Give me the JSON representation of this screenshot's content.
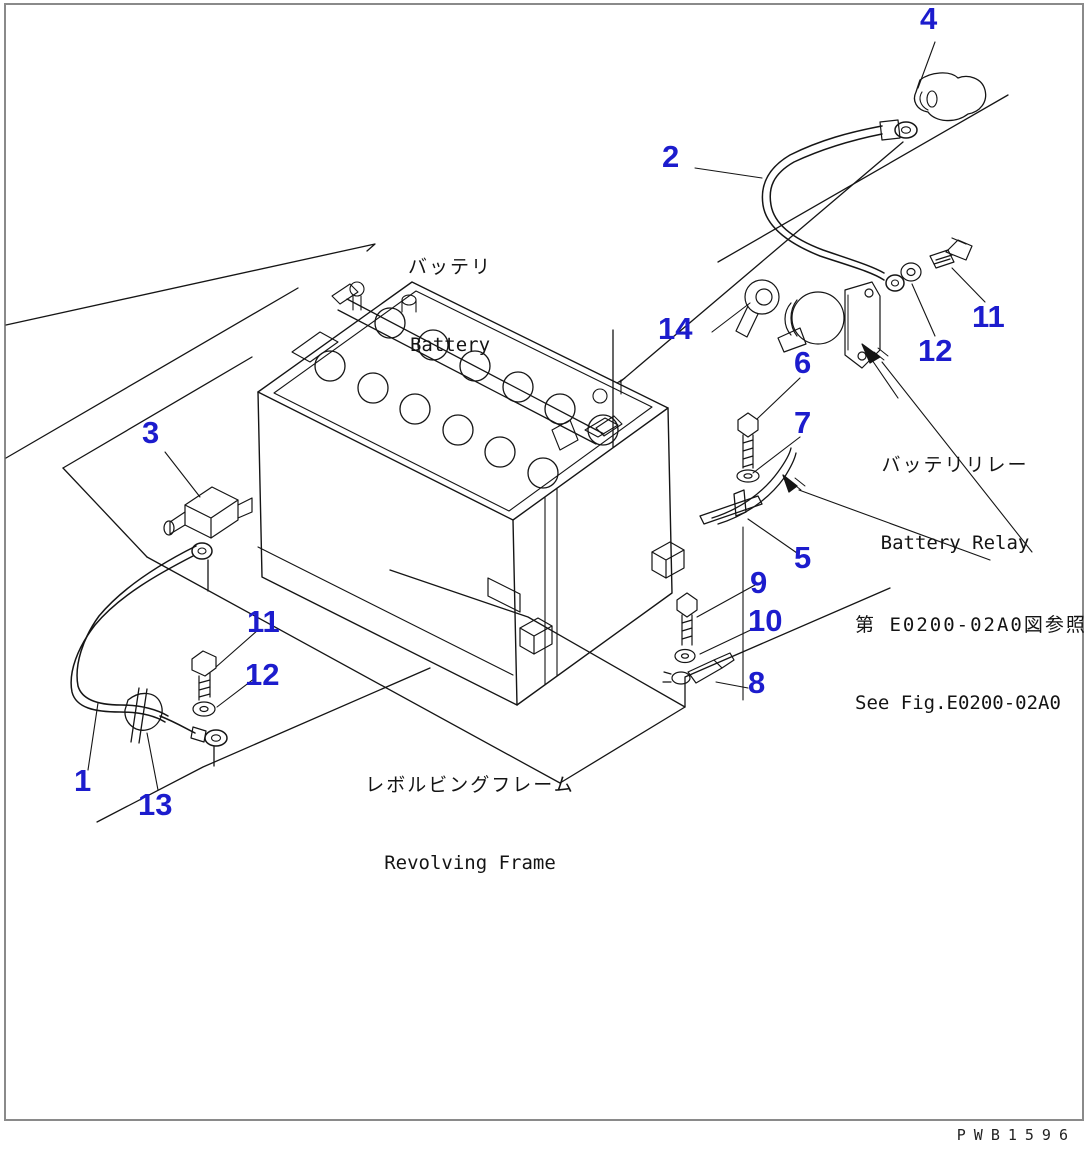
{
  "figure": {
    "type": "parts-diagram",
    "background": "#ffffff",
    "border_color": "#8a8a8a",
    "line_color": "#151515",
    "callout_color": "#1c1ccd",
    "title": {
      "jp": "バッテリ",
      "en": "Battery"
    },
    "relay_label": {
      "jp": "バッテリリレー",
      "en": "Battery Relay"
    },
    "see_fig": {
      "jp": "第 E0200-02A0図参照",
      "en": "See Fig.E0200-02A0"
    },
    "frame_label": {
      "jp": "レボルビングフレーム",
      "en": "Revolving Frame"
    },
    "drawing_number": "PWB1596",
    "callouts": [
      {
        "text": "4"
      },
      {
        "text": "2"
      },
      {
        "text": "14"
      },
      {
        "text": "11"
      },
      {
        "text": "12"
      },
      {
        "text": "6"
      },
      {
        "text": "7"
      },
      {
        "text": "3"
      },
      {
        "text": "5"
      },
      {
        "text": "9"
      },
      {
        "text": "10"
      },
      {
        "text": "8"
      },
      {
        "text": "11"
      },
      {
        "text": "12"
      },
      {
        "text": "1"
      },
      {
        "text": "13"
      }
    ]
  }
}
